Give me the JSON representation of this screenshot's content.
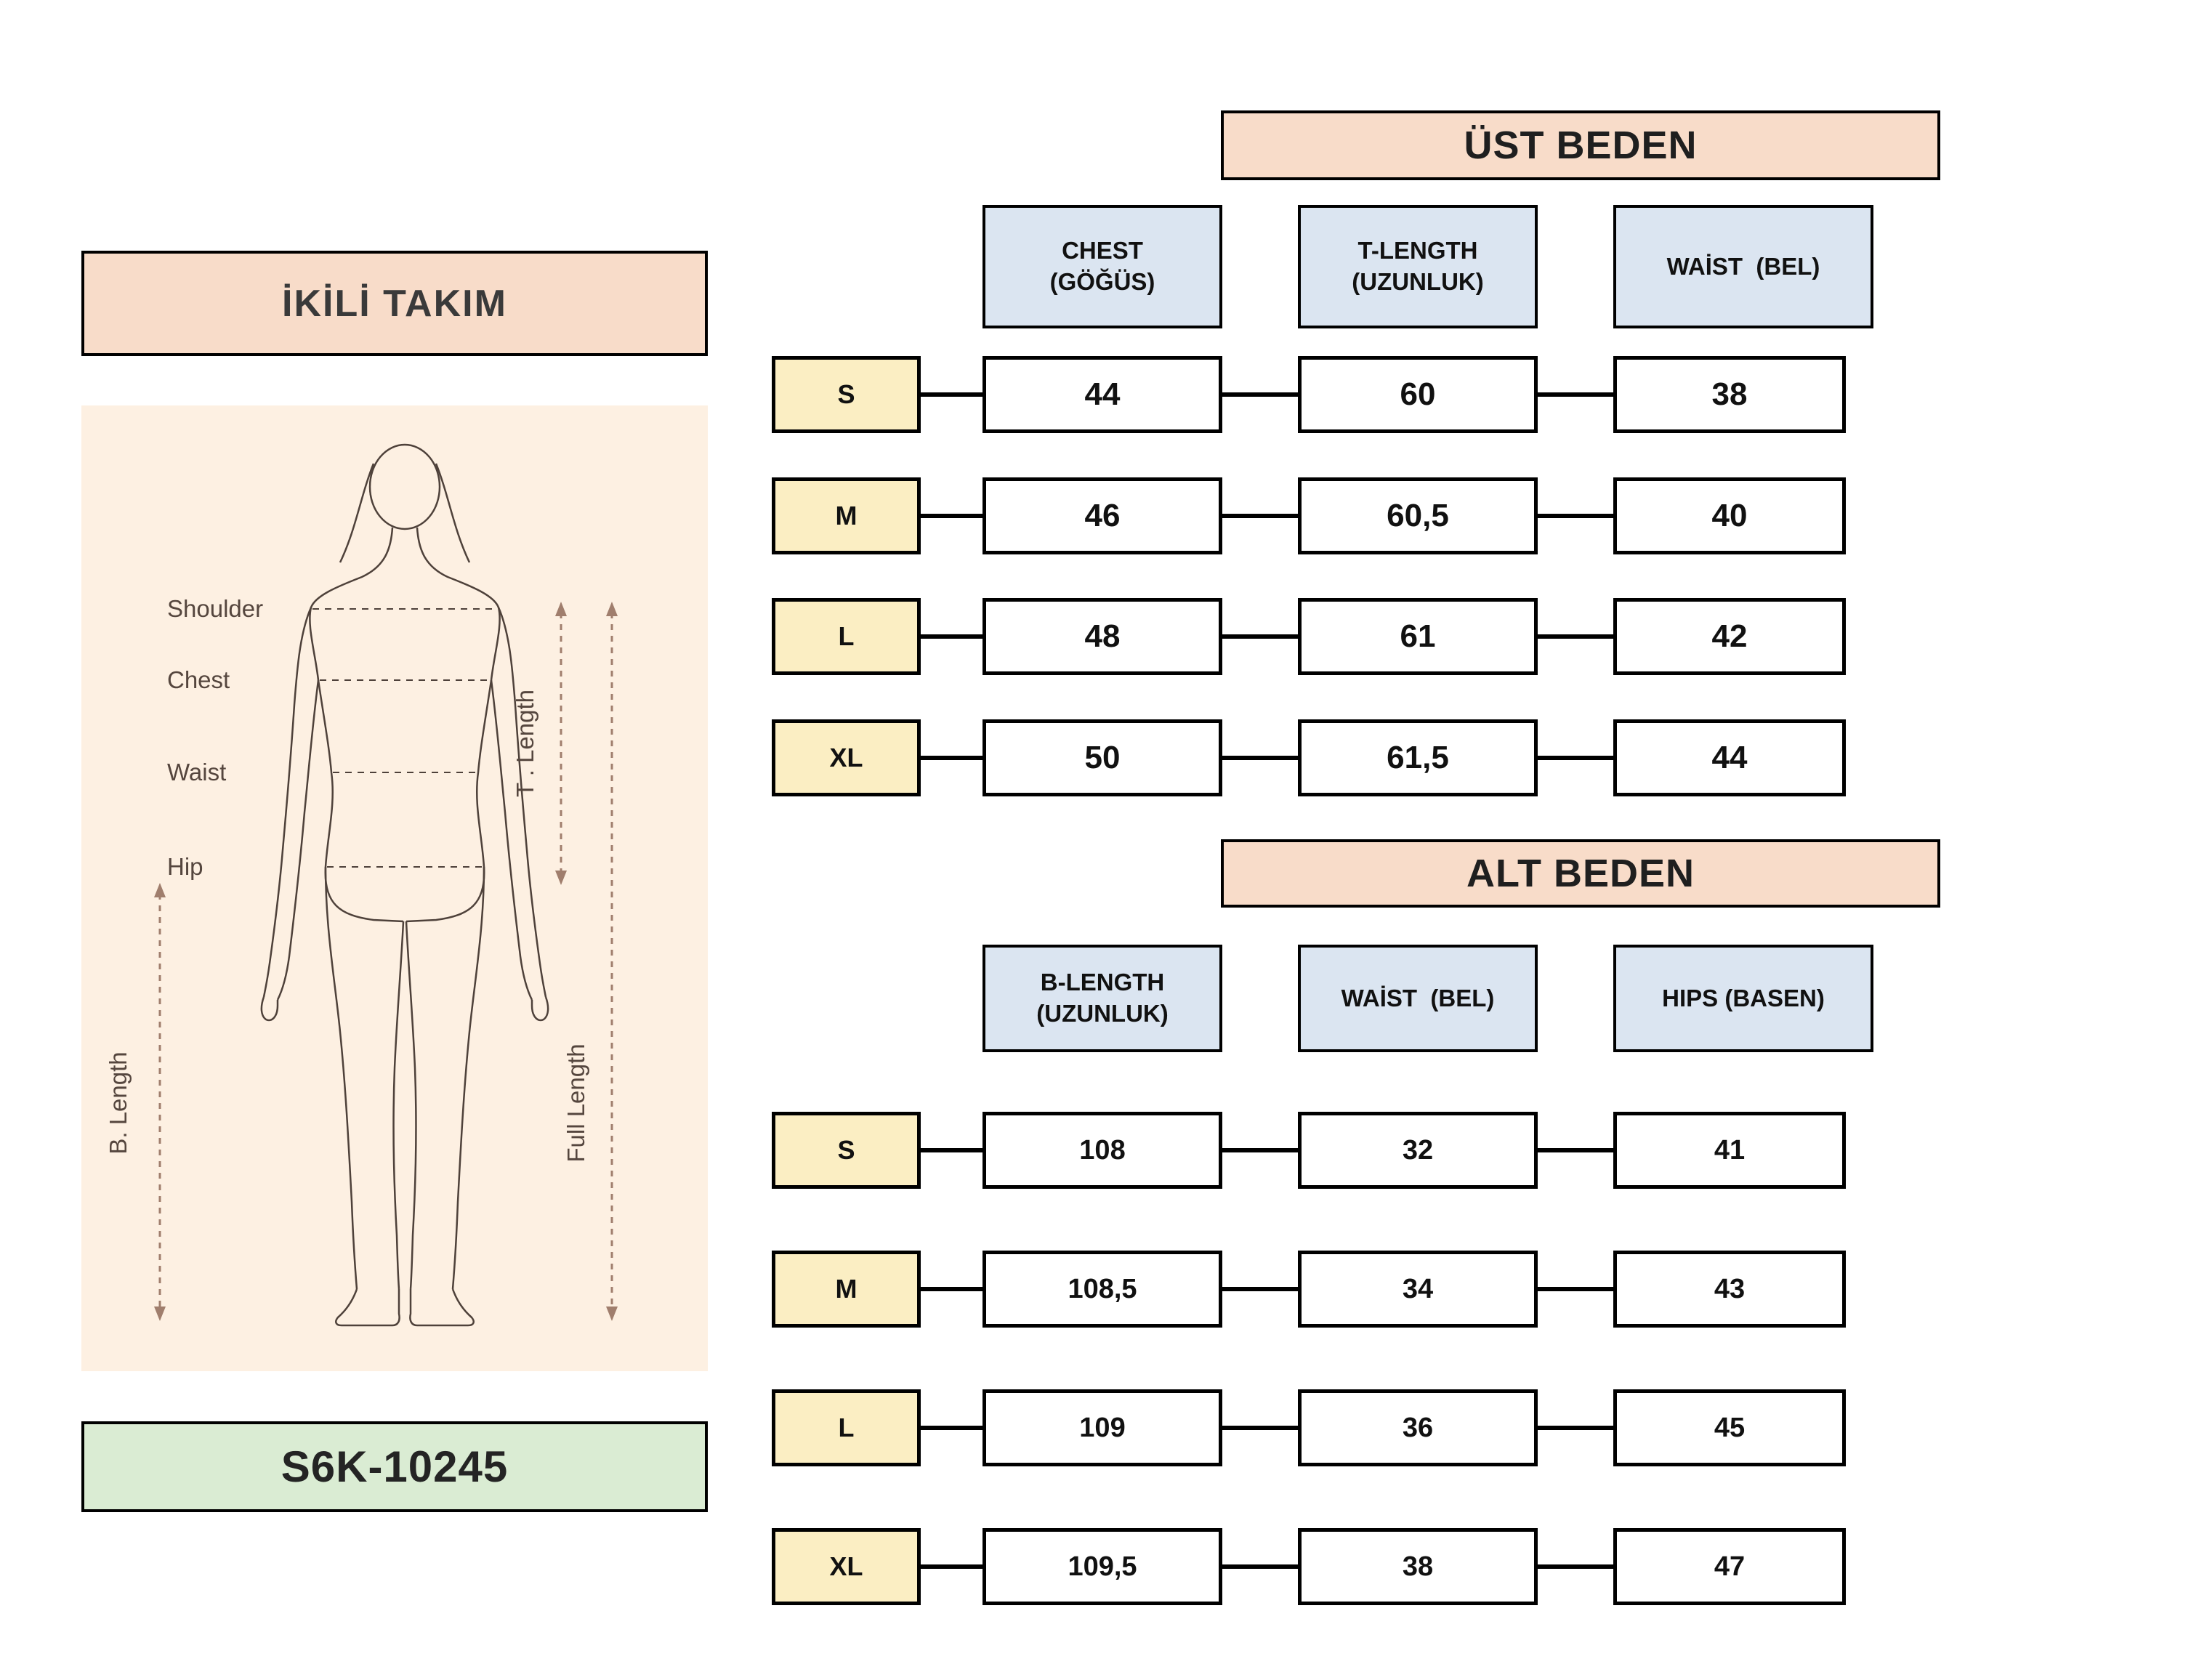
{
  "colors": {
    "peach_fill": "#f8dcc9",
    "panel_background": "#fdf0e2",
    "green_fill": "#daecd3",
    "blue_fill": "#dbe5f1",
    "yellow_fill": "#fbeec3",
    "border": "#000000",
    "figure_stroke": "#4e413a",
    "arrow_color": "#a07e6d"
  },
  "left": {
    "title": "İKİLİ TAKIM",
    "product_code": "S6K-10245",
    "figure_labels": {
      "shoulder": "Shoulder",
      "chest": "Chest",
      "waist": "Waist",
      "hip": "Hip",
      "b_length": "B. Length",
      "t_length": "T . Length",
      "full_length": "Full Length"
    }
  },
  "upper_table": {
    "title": "ÜST BEDEN",
    "columns": [
      {
        "label_line1": "CHEST",
        "label_line2": "(GÖĞÜS)"
      },
      {
        "label_line1": "T-LENGTH",
        "label_line2": "(UZUNLUK)"
      },
      {
        "label_line1": "WAİST  (BEL)",
        "label_line2": ""
      }
    ],
    "rows": [
      {
        "size": "S",
        "values": [
          "44",
          "60",
          "38"
        ]
      },
      {
        "size": "M",
        "values": [
          "46",
          "60,5",
          "40"
        ]
      },
      {
        "size": "L",
        "values": [
          "48",
          "61",
          "42"
        ]
      },
      {
        "size": "XL",
        "values": [
          "50",
          "61,5",
          "44"
        ]
      }
    ]
  },
  "lower_table": {
    "title": "ALT BEDEN",
    "columns": [
      {
        "label_line1": "B-LENGTH",
        "label_line2": "(UZUNLUK)"
      },
      {
        "label_line1": "WAİST  (BEL)",
        "label_line2": ""
      },
      {
        "label_line1": "HIPS (BASEN)",
        "label_line2": ""
      }
    ],
    "rows": [
      {
        "size": "S",
        "values": [
          "108",
          "32",
          "41"
        ]
      },
      {
        "size": "M",
        "values": [
          "108,5",
          "34",
          "43"
        ]
      },
      {
        "size": "L",
        "values": [
          "109",
          "36",
          "45"
        ]
      },
      {
        "size": "XL",
        "values": [
          "109,5",
          "38",
          "47"
        ]
      }
    ]
  }
}
